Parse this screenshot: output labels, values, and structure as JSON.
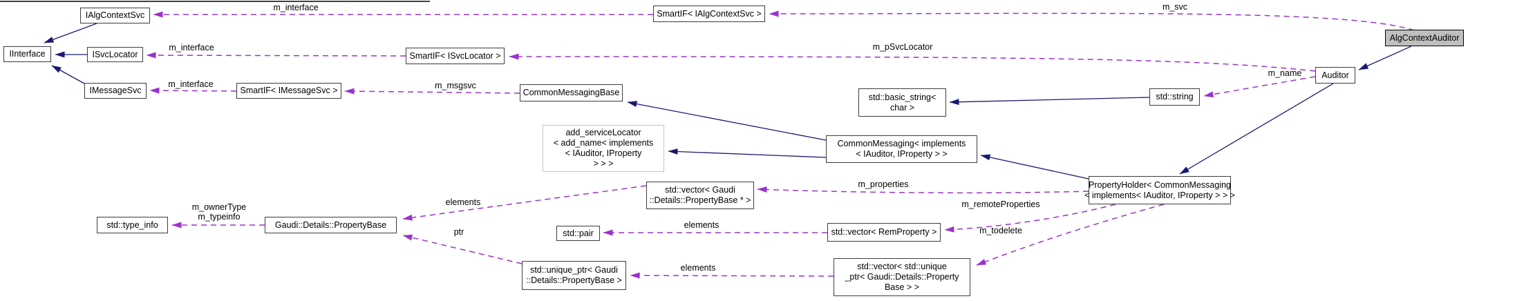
{
  "diagram": {
    "kind": "collaboration-graph",
    "colors": {
      "inheritance_edge": "#191970",
      "usage_edge": "#9a32cd",
      "current_node_bg": "#bfbfbf",
      "node_border": "#3c3c3c",
      "truncated_node_border": "#c4c4c4"
    },
    "nodes": {
      "ialgcontextsvc": "IAlgContextSvc",
      "iinterface": "IInterface",
      "isvclocator": "ISvcLocator",
      "imessagesvc": "IMessageSvc",
      "smartif_imessagesvc": "SmartIF< IMessageSvc >",
      "smartif_isvclocator": "SmartIF< ISvcLocator >",
      "smartif_ialgcontextsvc": "SmartIF< IAlgContextSvc >",
      "commonmessagingbase": "CommonMessagingBase",
      "add_servicelocator": "add_serviceLocator\n< add_name< implements\n< IAuditor, IProperty\n> > >",
      "commonmessaging_impl": "CommonMessaging< implements\n< IAuditor, IProperty > >",
      "basic_string": "std::basic_string<\nchar >",
      "std_string": "std::string",
      "auditor": "Auditor",
      "algcontextauditor": "AlgContextAuditor",
      "propertyholder": "PropertyHolder< CommonMessaging\n< implements< IAuditor, IProperty > > >",
      "type_info": "std::type_info",
      "propertybase": "Gaudi::Details::PropertyBase",
      "vector_propertybase_ptr": "std::vector< Gaudi\n::Details::PropertyBase * >",
      "std_pair": "std::pair",
      "vector_remproperty": "std::vector< RemProperty >",
      "unique_ptr": "std::unique_ptr< Gaudi\n::Details::PropertyBase >",
      "vector_unique_ptr": "std::vector< std::unique\n_ptr< Gaudi::Details::Property\nBase > >"
    },
    "edge_labels": {
      "m_interface_alg": "m_interface",
      "m_interface_svc": "m_interface",
      "m_interface_msg": "m_interface",
      "m_msgsvc": "m_msgsvc",
      "m_svc": "m_svc",
      "m_psvclocator": "m_pSvcLocator",
      "m_name": "m_name",
      "m_properties": "m_properties",
      "m_remoteproperties": "m_remoteProperties",
      "m_todelete": "m_todelete",
      "elements_properties": "elements",
      "elements_rem": "elements",
      "elements_uptr": "elements",
      "ptr": "ptr",
      "m_ownertype_typeinfo": "m_ownerType\nm_typeinfo"
    }
  }
}
